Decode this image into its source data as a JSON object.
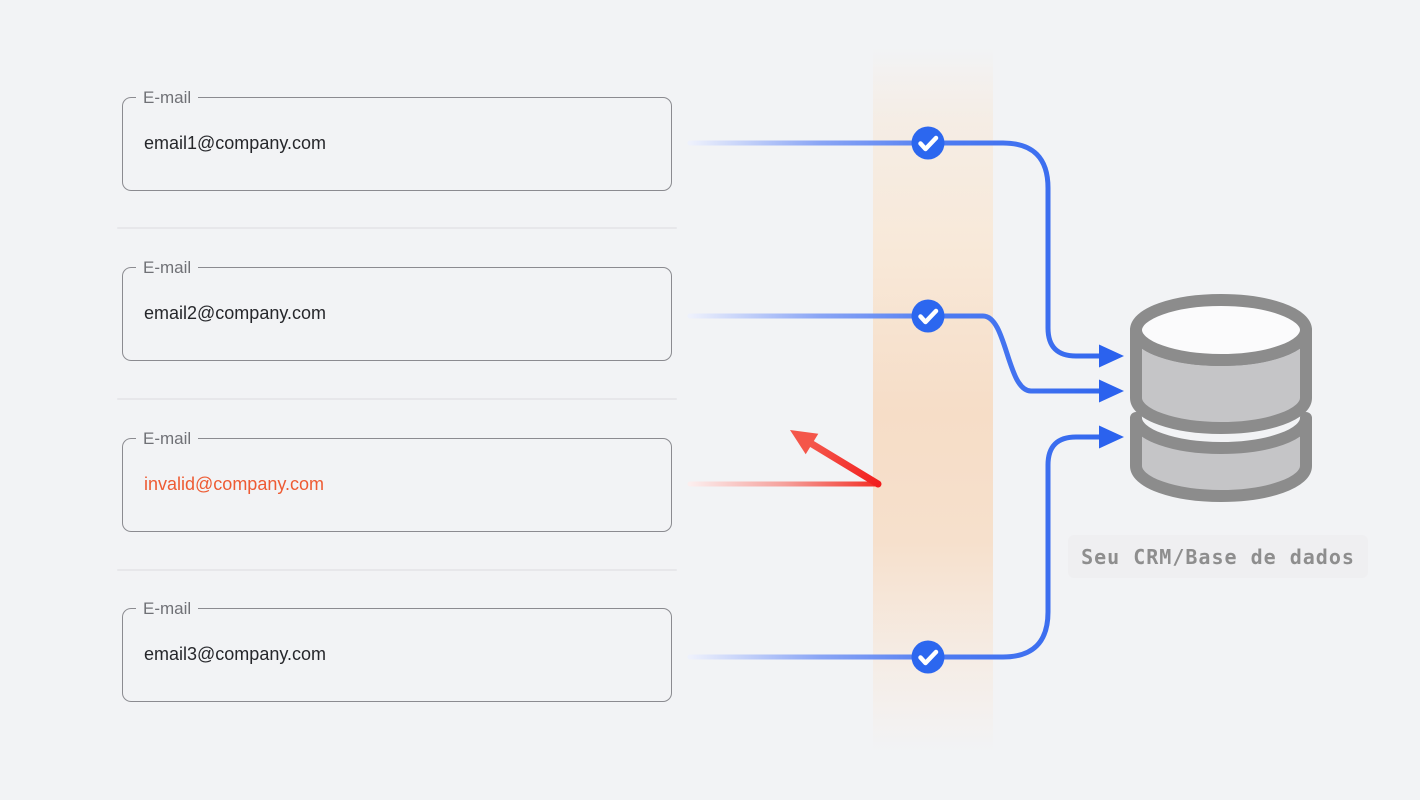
{
  "fields": [
    {
      "label": "E-mail",
      "value": "email1@company.com",
      "status": "valid"
    },
    {
      "label": "E-mail",
      "value": "email2@company.com",
      "status": "valid"
    },
    {
      "label": "E-mail",
      "value": "invalid@company.com",
      "status": "invalid"
    },
    {
      "label": "E-mail",
      "value": "email3@company.com",
      "status": "valid"
    }
  ],
  "database": {
    "label": "Seu CRM/Base de dados"
  },
  "icons": {
    "valid_badge": "check-circle-icon",
    "invalid_badge": "bounce-arrow-icon",
    "target": "database-icon"
  },
  "colors": {
    "background": "#f2f3f5",
    "accent_blue": "#2e66ef",
    "line_blue": "#4d7af1",
    "error_text": "#ee5b33",
    "error_line": "#f22c22",
    "band_peach": "#f6ddc7",
    "db_stroke": "#8c8c8c",
    "db_fill": "#c5c5c7",
    "label_bg": "#efeff1"
  }
}
